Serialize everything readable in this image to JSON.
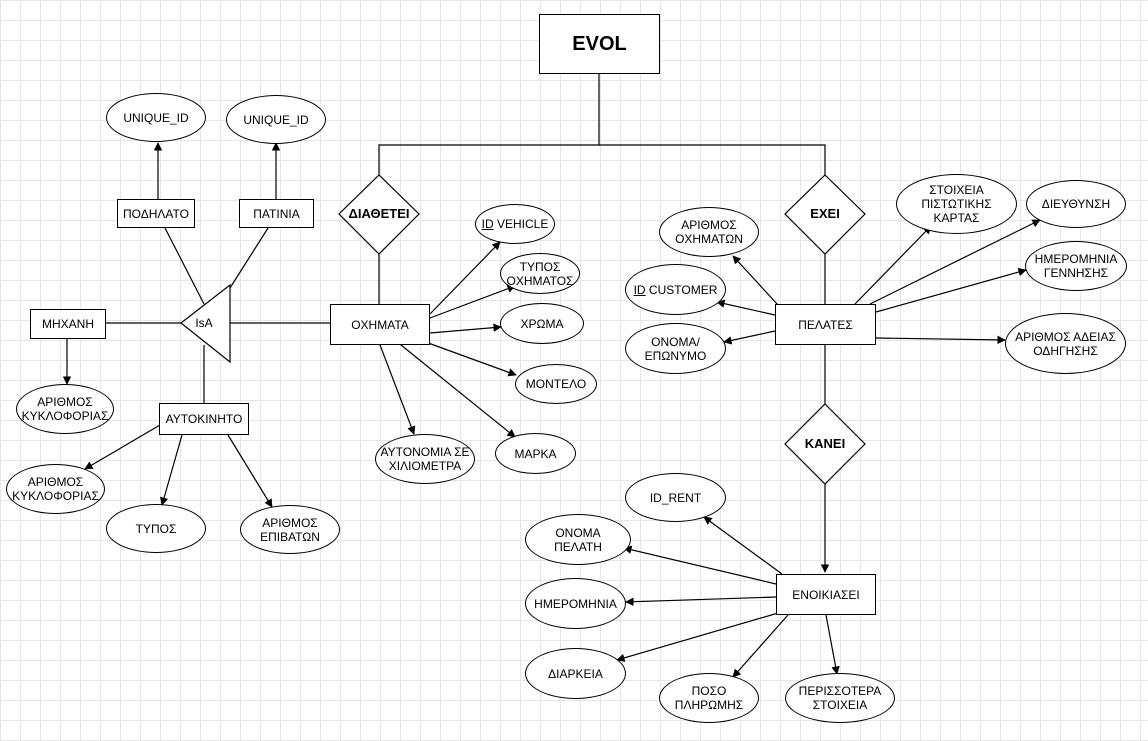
{
  "diagram": {
    "title": "EVOL",
    "entities": {
      "vehicles": "ΟΧΗΜΑΤΑ",
      "customers": "ΠΕΛΑΤΕΣ",
      "rentals": "ΕΝΟΙΚΙΑΣΕΙ",
      "bicycle": "ΠΟΔΗΛΑΤΟ",
      "scooter": "ΠΑΤΙΝΙΑ",
      "motorbike": "ΜΗΧΑΝΗ",
      "car": "ΑΥΤΟΚΙΝΗΤΟ"
    },
    "relationships": {
      "has_available": "ΔΙΑΘΕΤΕΙ",
      "has": "ΕΧΕΙ",
      "makes": "ΚΑΝΕΙ",
      "isa": "IsA"
    },
    "attributes": {
      "bicycle_id": "UNIQUE_ID",
      "scooter_id": "UNIQUE_ID",
      "motorbike_plate": "ΑΡΙΘΜΟΣ\nΚΥΚΛΟΦΟΡΙΑΣ",
      "car_plate": "ΑΡΙΘΜΟΣ\nΚΥΚΛΟΦΟΡΙΑΣ",
      "car_type": "ΤΥΠΟΣ",
      "car_passengers": "ΑΡΙΘΜΟΣ\nΕΠΙΒΑΤΩΝ",
      "vehicle_id_key": "ID",
      "vehicle_id_rest": " VEHICLE",
      "vehicle_type": "ΤΥΠΟΣ\nΟΧΗΜΑΤΟΣ",
      "vehicle_color": "ΧΡΩΜΑ",
      "vehicle_model": "ΜΟΝΤΕΛΟ",
      "vehicle_brand": "ΜΑΡΚΑ",
      "vehicle_range": "ΑΥΤΟΝΟΜΙΑ ΣΕ\nΧΙΛΙΟΜΕΤΡΑ",
      "customer_vehicle_count": "ΑΡΙΘΜΟΣ\nΟΧΗΜΑΤΩΝ",
      "customer_id_key": "ID",
      "customer_id_rest": " CUSTOMER",
      "customer_name": "ΟΝΟΜΑ/\nΕΠΩΝΥΜΟ",
      "customer_card": "ΣΤΟΙΧΕΙΑ\nΠΙΣΤΩΤΙΚΗΣ\nΚΑΡΤΑΣ",
      "customer_address": "ΔΙΕΥΘΥΝΣΗ",
      "customer_birthdate": "ΗΜΕΡΟΜΗΝΙΑ\nΓΕΝΝΗΣΗΣ",
      "customer_license": "ΑΡΙΘΜΟΣ ΑΔΕΙΑΣ\nΟΔΗΓΗΣΗΣ",
      "rent_id": "ID_RENT",
      "rent_customer_name": "ΟΝΟΜΑ\nΠΕΛΑΤΗ",
      "rent_date": "ΗΜΕΡΟΜΗΝΙΑ",
      "rent_duration": "ΔΙΑΡΚΕΙΑ",
      "rent_payment": "ΠΟΣΟ\nΠΛΗΡΩΜΗΣ",
      "rent_more": "ΠΕΡΙΣΣΟΤΕΡΑ\nΣΤΟΙΧΕΙΑ"
    }
  }
}
